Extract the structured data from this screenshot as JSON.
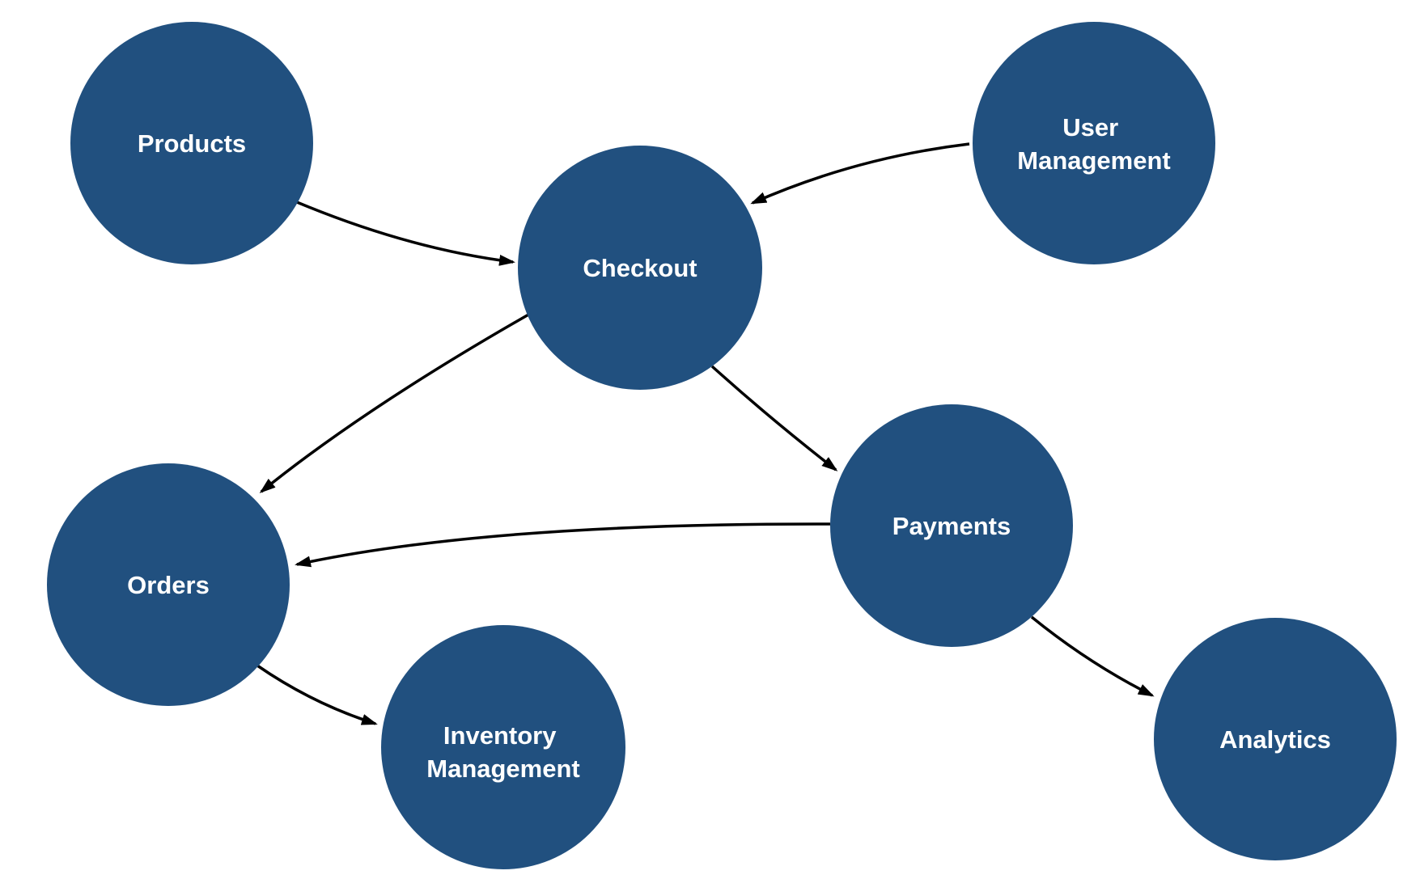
{
  "diagram": {
    "colors": {
      "node_fill": "#21507F",
      "node_text": "#FFFFFF",
      "edge": "#000000",
      "background": "#FFFFFF"
    },
    "nodes": {
      "products": {
        "label": "Products",
        "lines": [
          "Products"
        ]
      },
      "user_management": {
        "label": "User Management",
        "lines": [
          "User",
          "Management"
        ]
      },
      "checkout": {
        "label": "Checkout",
        "lines": [
          "Checkout"
        ]
      },
      "payments": {
        "label": "Payments",
        "lines": [
          "Payments"
        ]
      },
      "orders": {
        "label": "Orders",
        "lines": [
          "Orders"
        ]
      },
      "inventory_management": {
        "label": "Inventory Management",
        "lines": [
          "Inventory",
          "Management"
        ]
      },
      "analytics": {
        "label": "Analytics",
        "lines": [
          "Analytics"
        ]
      }
    },
    "edges": [
      {
        "from": "Products",
        "to": "Checkout"
      },
      {
        "from": "User Management",
        "to": "Checkout"
      },
      {
        "from": "Checkout",
        "to": "Payments"
      },
      {
        "from": "Checkout",
        "to": "Orders"
      },
      {
        "from": "Payments",
        "to": "Orders"
      },
      {
        "from": "Orders",
        "to": "Inventory Management"
      },
      {
        "from": "Payments",
        "to": "Analytics"
      }
    ]
  }
}
